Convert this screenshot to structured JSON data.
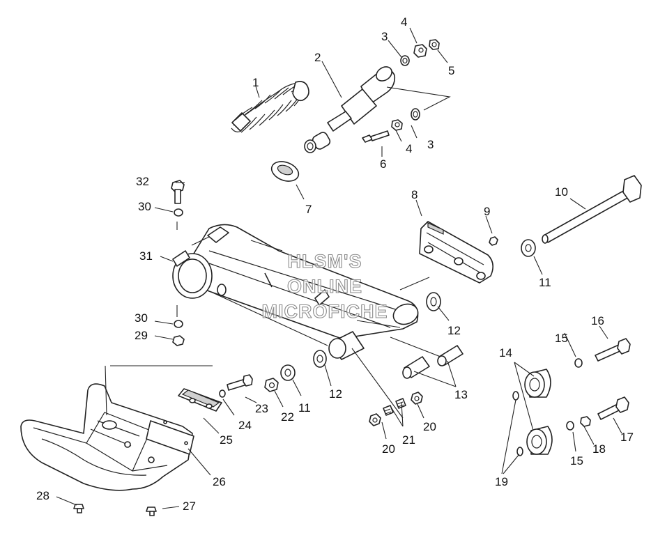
{
  "diagram": {
    "type": "exploded-parts-diagram",
    "callouts": [
      {
        "id": "c1",
        "text": "1"
      },
      {
        "id": "c2",
        "text": "2"
      },
      {
        "id": "c3a",
        "text": "3"
      },
      {
        "id": "c3b",
        "text": "3"
      },
      {
        "id": "c4a",
        "text": "4"
      },
      {
        "id": "c4b",
        "text": "4"
      },
      {
        "id": "c5",
        "text": "5"
      },
      {
        "id": "c6",
        "text": "6"
      },
      {
        "id": "c7",
        "text": "7"
      },
      {
        "id": "c8",
        "text": "8"
      },
      {
        "id": "c9",
        "text": "9"
      },
      {
        "id": "c10",
        "text": "10"
      },
      {
        "id": "c11a",
        "text": "11"
      },
      {
        "id": "c11b",
        "text": "11"
      },
      {
        "id": "c12a",
        "text": "12"
      },
      {
        "id": "c12b",
        "text": "12"
      },
      {
        "id": "c13",
        "text": "13"
      },
      {
        "id": "c14",
        "text": "14"
      },
      {
        "id": "c15a",
        "text": "15"
      },
      {
        "id": "c15b",
        "text": "15"
      },
      {
        "id": "c16",
        "text": "16"
      },
      {
        "id": "c17",
        "text": "17"
      },
      {
        "id": "c18",
        "text": "18"
      },
      {
        "id": "c19",
        "text": "19"
      },
      {
        "id": "c20a",
        "text": "20"
      },
      {
        "id": "c20b",
        "text": "20"
      },
      {
        "id": "c21",
        "text": "21"
      },
      {
        "id": "c22",
        "text": "22"
      },
      {
        "id": "c23",
        "text": "23"
      },
      {
        "id": "c24",
        "text": "24"
      },
      {
        "id": "c25",
        "text": "25"
      },
      {
        "id": "c26",
        "text": "26"
      },
      {
        "id": "c27",
        "text": "27"
      },
      {
        "id": "c28",
        "text": "28"
      },
      {
        "id": "c29",
        "text": "29"
      },
      {
        "id": "c30a",
        "text": "30"
      },
      {
        "id": "c30b",
        "text": "30"
      },
      {
        "id": "c31",
        "text": "31"
      },
      {
        "id": "c32",
        "text": "32"
      }
    ]
  },
  "watermark": {
    "line1": "HLSM'S",
    "line2": "ONLINE",
    "line3": "MICROFICHE"
  }
}
